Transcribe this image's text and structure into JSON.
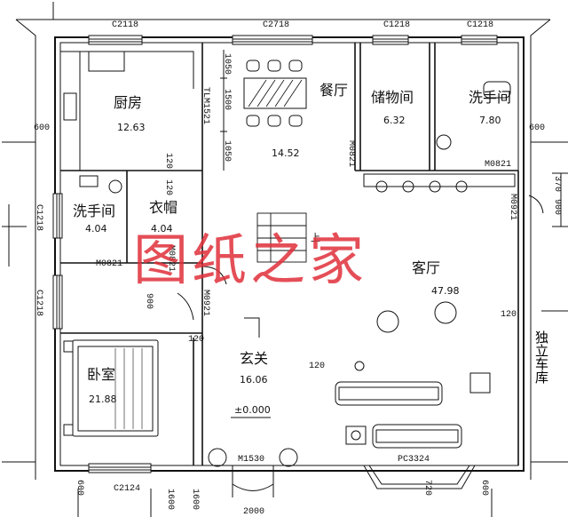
{
  "rooms": {
    "kitchen": {
      "name": "厨房",
      "area": "12.63"
    },
    "dining": {
      "name": "餐厅",
      "area": "14.52"
    },
    "storage": {
      "name": "储物间",
      "area": "6.32"
    },
    "bath_right": {
      "name": "洗手间",
      "area": "7.80"
    },
    "bath_left": {
      "name": "洗手间",
      "area": "4.04"
    },
    "closet": {
      "name": "衣帽",
      "area": "4.04"
    },
    "living": {
      "name": "客厅",
      "area": "47.98"
    },
    "entry": {
      "name": "玄关",
      "area": "16.06"
    },
    "bedroom": {
      "name": "卧室",
      "area": "21.88"
    },
    "garage": {
      "name": "独立车库"
    }
  },
  "codes": {
    "c2118": "C2118",
    "c2718": "C2718",
    "c1218_a": "C1218",
    "c1218_b": "C1218",
    "c1218_left_a": "C1218",
    "c1218_left_b": "C1218",
    "c2124": "C2124",
    "tlm": "TLM1521",
    "m0821_storage": "M0821",
    "m0821_bath": "M0821",
    "m0821_left": "M0821",
    "m0821_closet": "M0821",
    "m0921_right": "M0921",
    "m0921_entry": "M0921",
    "m1530": "M1530",
    "pc3324": "PC3324"
  },
  "dims": {
    "d600_tl": "600",
    "d600_tr": "600",
    "d600_bl": "600",
    "d600_br": "600",
    "d1050_a": "1050",
    "d1500": "1500",
    "d1050_b": "1050",
    "d120_a": "120",
    "d120_b": "120",
    "d120_c": "120",
    "d120_d": "120",
    "d120_e": "120",
    "d900_a": "900",
    "d900_b": "900",
    "d370": "370",
    "d1600_a": "1600",
    "d1600_b": "1600",
    "d720": "720",
    "d2000": "2000"
  },
  "level": "±0.000",
  "stair_up": "上",
  "watermark": "图纸之家",
  "colors": {
    "line": "#111111",
    "watermark": "#e0303a"
  }
}
